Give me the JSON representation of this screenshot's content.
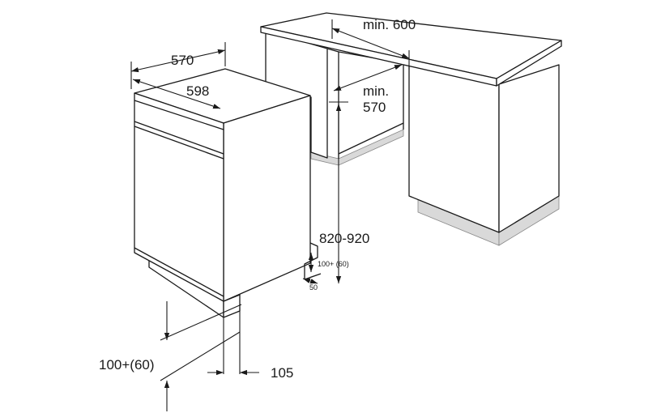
{
  "labels": {
    "cabinet_width": "min. 600",
    "cabinet_depth_line1": "min.",
    "cabinet_depth_line2": "570",
    "appliance_depth": "570",
    "appliance_width": "598",
    "height_range": "820-920",
    "plinth_height": "100+(60)",
    "plinth_height_small": "100+ (60)",
    "plinth_depth_small": "50",
    "plinth_setback": "105"
  },
  "colors": {
    "line": "#1a1a1a",
    "plinth_fill": "#d9d9d9",
    "background": "#ffffff"
  }
}
